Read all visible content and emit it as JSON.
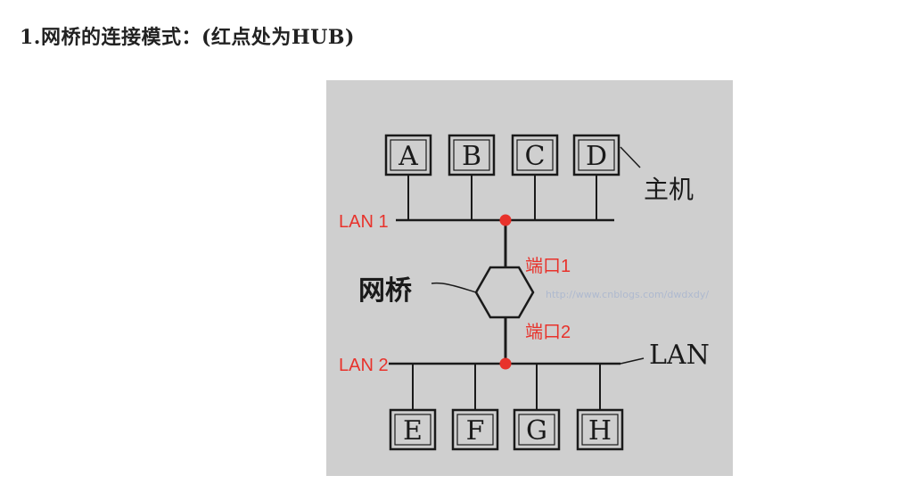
{
  "heading": "1.网桥的连接模式：(红点处为HUB)",
  "diagram": {
    "top_hosts": [
      "A",
      "B",
      "C",
      "D"
    ],
    "bottom_hosts": [
      "E",
      "F",
      "G",
      "H"
    ],
    "host_label": "主机",
    "bridge_label": "网桥",
    "lan_label": "LAN",
    "lan1_label": "LAN 1",
    "lan2_label": "LAN 2",
    "port1_label": "端口1",
    "port2_label": "端口2",
    "watermark": "http://www.cnblogs.com/dwdxdy/",
    "colors": {
      "background": "#cfcfcf",
      "ink": "#1a1a1a",
      "hub": "#e8322b",
      "annotation": "#e8322b"
    }
  }
}
